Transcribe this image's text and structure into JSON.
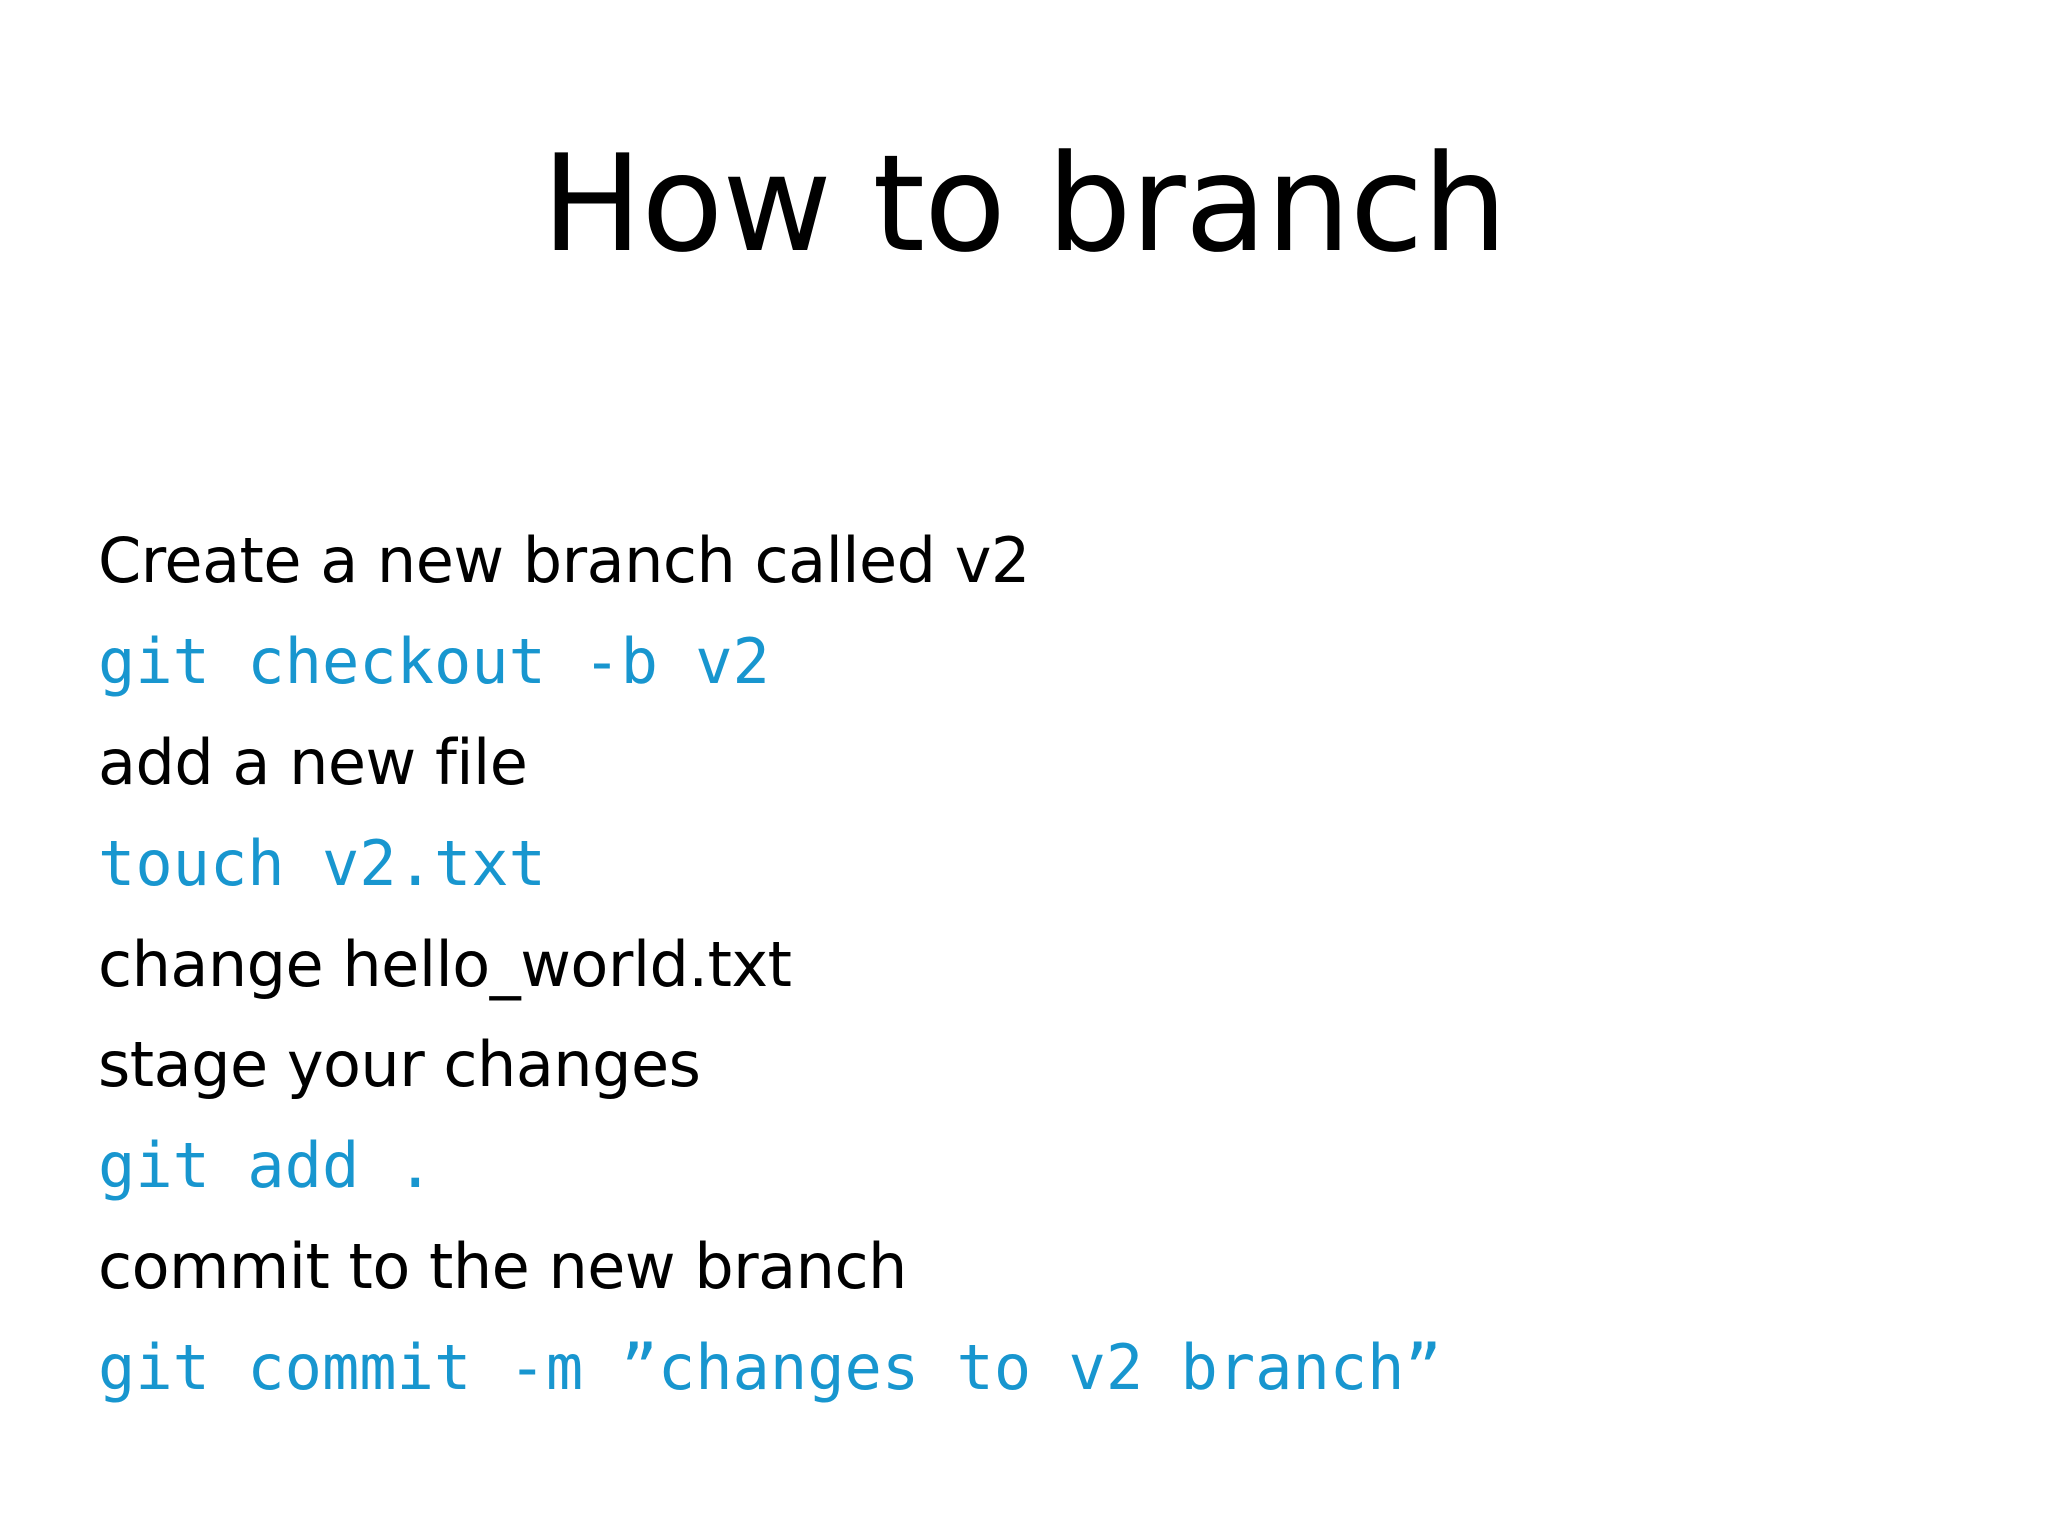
{
  "slide": {
    "title": "How to branch",
    "background_color": "#ffffff",
    "prose_color": "#000000",
    "code_color": "#1896cf",
    "lines": [
      {
        "kind": "prose",
        "text": "Create a new branch called v2"
      },
      {
        "kind": "code",
        "text": "git checkout -b v2"
      },
      {
        "kind": "prose",
        "text": "add a new file"
      },
      {
        "kind": "code",
        "text": "touch v2.txt"
      },
      {
        "kind": "prose",
        "text": "change hello_world.txt"
      },
      {
        "kind": "prose",
        "text": "stage your changes"
      },
      {
        "kind": "code",
        "text": "git add ."
      },
      {
        "kind": "prose",
        "text": "commit to the new branch"
      },
      {
        "kind": "code",
        "text": "git commit -m ”changes to v2 branch”"
      }
    ]
  }
}
